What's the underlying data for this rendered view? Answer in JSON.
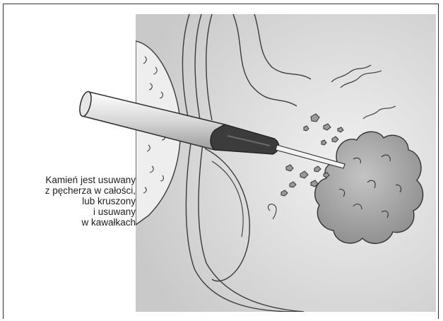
{
  "caption": {
    "lines": [
      "Kamień jest usuwany",
      "z pęcherza w całości,",
      "lub kruszony",
      "i usuwany",
      "w kawałkach"
    ]
  },
  "colors": {
    "background_panel": "#d9d9d9",
    "line": "#3a3a3a",
    "stone_fill": "#a8a8a8",
    "scope_tip": "#3c3c3c"
  }
}
